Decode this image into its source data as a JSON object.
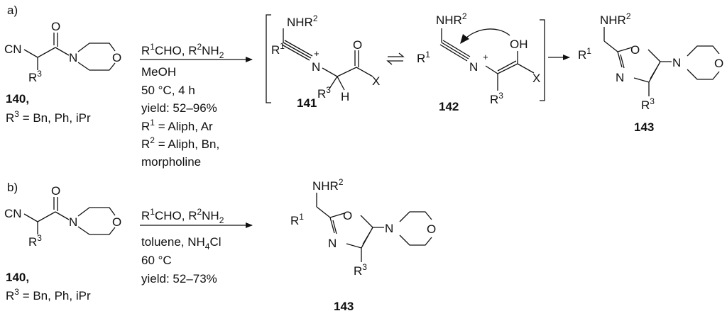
{
  "scheme_a": {
    "label": "a)",
    "reactant": {
      "cn": "CN",
      "o": "O",
      "n": "N",
      "o_ring": "O",
      "r3": [
        "R",
        {
          "sup": "3"
        }
      ],
      "number": "140,",
      "substituents": [
        "R",
        {
          "sup": "3"
        },
        " = Bn, Ph,  iPr"
      ]
    },
    "arrow_top": [
      "R",
      {
        "sup": "1"
      },
      "CHO, R",
      {
        "sup": "2"
      },
      "NH",
      {
        "sub": "2"
      }
    ],
    "conditions": [
      [
        "MeOH"
      ],
      [
        "50 °C, 4 h"
      ],
      [
        "yield: 52–96%"
      ],
      [
        "R",
        {
          "sup": "1"
        },
        " = Aliph, Ar"
      ],
      [
        "R",
        {
          "sup": "2"
        },
        " = Aliph, Bn,"
      ],
      [
        "morpholine"
      ]
    ],
    "intermediate_141": {
      "nhr2": [
        "NHR",
        {
          "sup": "2"
        }
      ],
      "r1": [
        "R",
        {
          "sup": "1"
        }
      ],
      "n": "N",
      "plus": "+",
      "o": "O",
      "x": "X",
      "r3": [
        "R",
        {
          "sup": "3"
        }
      ],
      "h": "H",
      "number": "141"
    },
    "intermediate_142": {
      "nhr2": [
        "NHR",
        {
          "sup": "2"
        }
      ],
      "r1": [
        "R",
        {
          "sup": "1"
        }
      ],
      "n": "N",
      "plus": "+",
      "oh": "OH",
      "x": "X",
      "r3": [
        "R",
        {
          "sup": "3"
        }
      ],
      "number": "142"
    },
    "product_143": {
      "nhr2": [
        "NHR",
        {
          "sup": "2"
        }
      ],
      "r1": [
        "R",
        {
          "sup": "1"
        }
      ],
      "o": "O",
      "n": "N",
      "n_morph": "N",
      "o_morph": "O",
      "r3": [
        "R",
        {
          "sup": "3"
        }
      ],
      "number": "143"
    }
  },
  "scheme_b": {
    "label": "b)",
    "reactant": {
      "cn": "CN",
      "o": "O",
      "n": "N",
      "o_ring": "O",
      "r3": [
        "R",
        {
          "sup": "3"
        }
      ],
      "number": "140,",
      "substituents": [
        "R",
        {
          "sup": "3"
        },
        " = Bn, Ph, iPr"
      ]
    },
    "arrow_top": [
      "R",
      {
        "sup": "1"
      },
      "CHO, R",
      {
        "sup": "2"
      },
      "NH",
      {
        "sub": "2"
      }
    ],
    "conditions": [
      [
        "toluene, NH",
        {
          "sub": "4"
        },
        "Cl"
      ],
      [
        "60 °C"
      ],
      [
        "yield: 52–73%"
      ]
    ],
    "product_143": {
      "nhr2": [
        "NHR",
        {
          "sup": "2"
        }
      ],
      "r1": [
        "R",
        {
          "sup": "1"
        }
      ],
      "o": "O",
      "n": "N",
      "n_morph": "N",
      "o_morph": "O",
      "r3": [
        "R",
        {
          "sup": "3"
        }
      ],
      "number": "143"
    }
  }
}
